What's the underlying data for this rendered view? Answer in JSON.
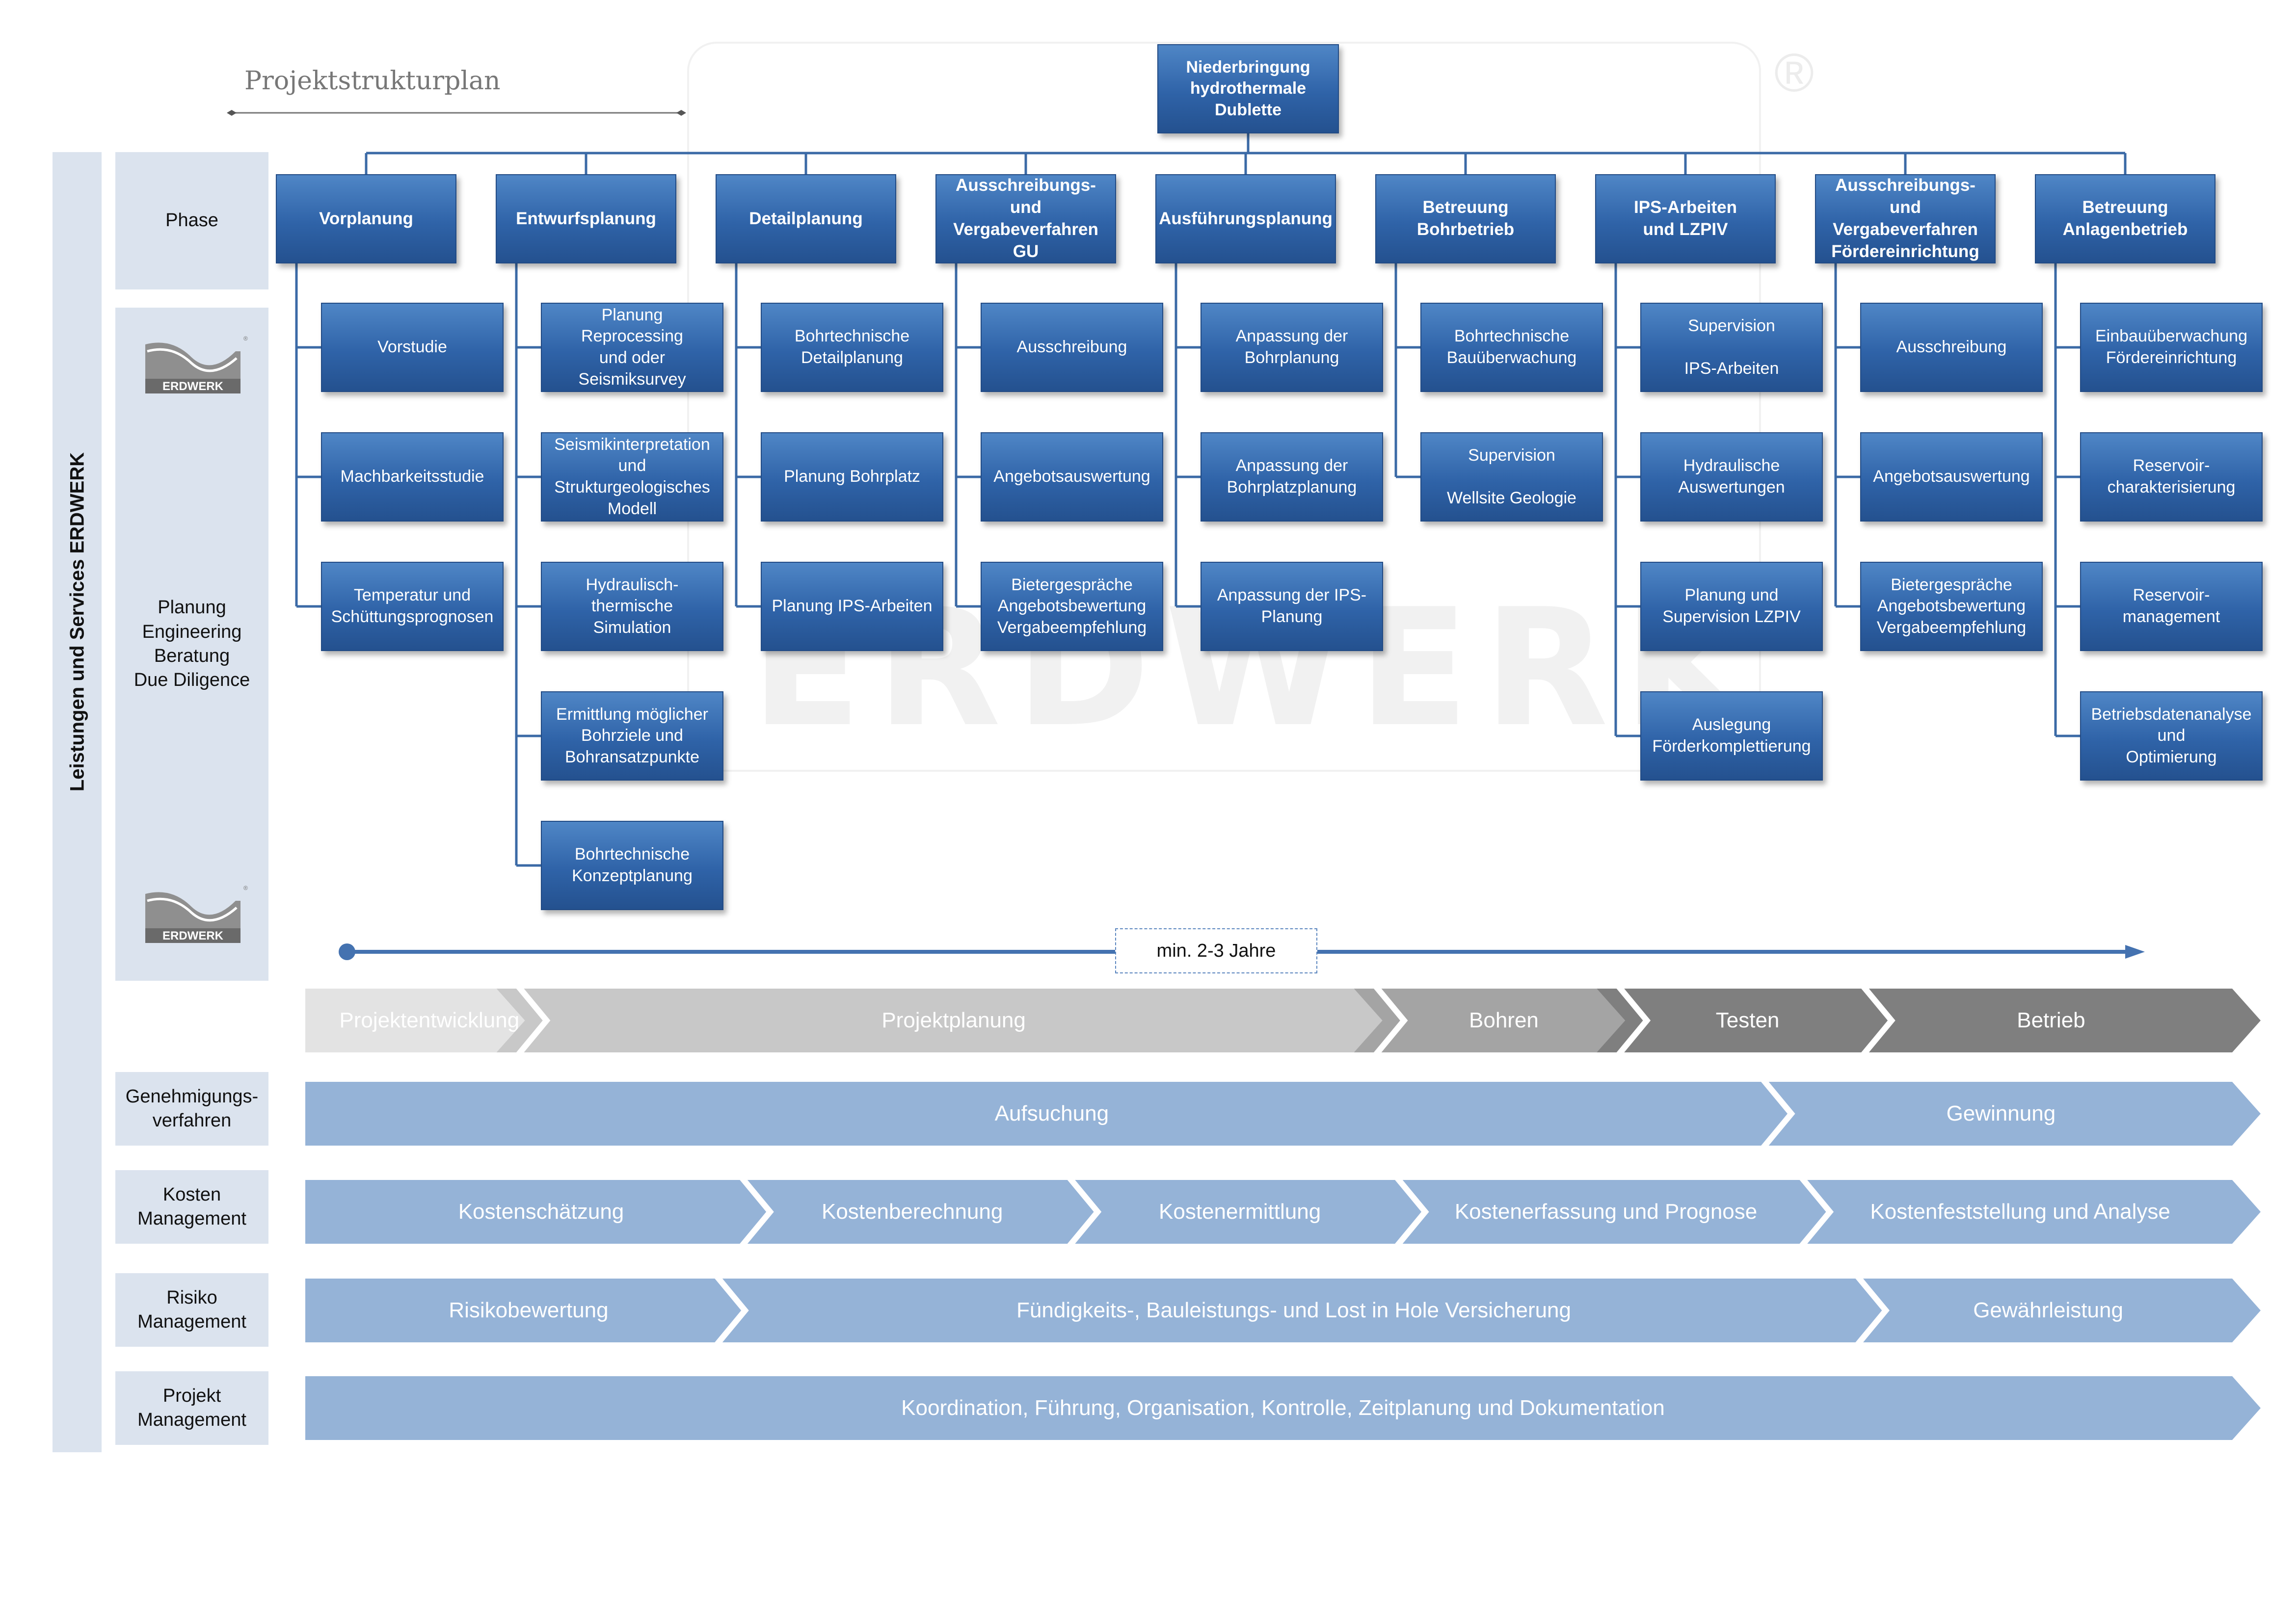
{
  "title": "Projektstrukturplan",
  "watermark": {
    "text": "ERDWERK",
    "mark": "®"
  },
  "root": "Niederbringung\nhydrothermale\nDublette",
  "side_label": "Leistungen  und  Services  ERDWERK",
  "row_labels": {
    "phase": "Phase",
    "services": "Planung\nEngineering\nBeratung\nDue Diligence",
    "genehmigung": "Genehmigungs-\nverfahren",
    "kosten": "Kosten\nManagement",
    "risiko": "Risiko\nManagement",
    "projekt": "Projekt\nManagement"
  },
  "logo_text": "ERDWERK",
  "phases": [
    {
      "label": "Vorplanung",
      "tasks": [
        "Vorstudie",
        "Machbarkeitsstudie",
        "Temperatur und\nSchüttungsprognosen"
      ]
    },
    {
      "label": "Entwurfsplanung",
      "tasks": [
        "Planung\nReprocessing\nund oder\nSeismiksurvey",
        "Seismikinterpretation\nund\nStrukturgeologisches\nModell",
        "Hydraulisch-\nthermische\nSimulation",
        "Ermittlung möglicher\nBohrziele und\nBohransatzpunkte",
        "Bohrtechnische\nKonzeptplanung"
      ]
    },
    {
      "label": "Detailplanung",
      "tasks": [
        "Bohrtechnische\nDetailplanung",
        "Planung Bohrplatz",
        "Planung IPS-Arbeiten"
      ]
    },
    {
      "label": "Ausschreibungs- und\nVergabeverfahren  GU",
      "tasks": [
        "Ausschreibung",
        "Angebotsauswertung",
        "Bietergespräche\nAngebotsbewertung\nVergabeempfehlung"
      ]
    },
    {
      "label": "Ausführungsplanung",
      "tasks": [
        "Anpassung der\nBohrplanung",
        "Anpassung der\nBohrplatzplanung",
        "Anpassung der IPS-\nPlanung"
      ]
    },
    {
      "label": "Betreuung\nBohrbetrieb",
      "tasks": [
        "Bohrtechnische\nBauüberwachung",
        "Supervision\n\nWellsite Geologie"
      ]
    },
    {
      "label": "IPS-Arbeiten\nund LZPIV",
      "tasks": [
        "Supervision\n\nIPS-Arbeiten",
        "Hydraulische\nAuswertungen",
        "Planung und\nSupervision LZPIV",
        "Auslegung\nFörderkomplettierung"
      ]
    },
    {
      "label": "Ausschreibungs- und\nVergabeverfahren\nFördereinrichtung",
      "tasks": [
        "Ausschreibung",
        "Angebotsauswertung",
        "Bietergespräche\nAngebotsbewertung\nVergabeempfehlung"
      ]
    },
    {
      "label": "Betreuung\nAnlagenbetrieb",
      "tasks": [
        "Einbauüberwachung\nFördereinrichtung",
        "Reservoir-\ncharakterisierung",
        "Reservoir-\nmanagement",
        "Betriebsdatenanalyse\nund\nOptimierung"
      ]
    }
  ],
  "timeline_label": "min. 2-3 Jahre",
  "project_phases": [
    {
      "label": "Projektentwicklung",
      "color": "#e3e3e3",
      "text_color": "#ffffff"
    },
    {
      "label": "Projektplanung",
      "color": "#c8c8c8",
      "text_color": "#ffffff"
    },
    {
      "label": "Bohren",
      "color": "#a4a4a4",
      "text_color": "#ffffff"
    },
    {
      "label": "Testen",
      "color": "#7f7f7f",
      "text_color": "#ffffff"
    },
    {
      "label": "Betrieb",
      "color": "#7f7f7f",
      "text_color": "#ffffff"
    }
  ],
  "genehmigung": [
    "Aufsuchung",
    "Gewinnung"
  ],
  "kosten": [
    "Kostenschätzung",
    "Kostenberechnung",
    "Kostenermittlung",
    "Kostenerfassung und Prognose",
    "Kostenfeststellung und Analyse"
  ],
  "risiko": [
    "Risikobewertung",
    "Fündigkeits-, Bauleistungs- und Lost in Hole Versicherung",
    "Gewährleistung"
  ],
  "projekt": [
    "Koordination, Führung, Organisation, Kontrolle, Zeitplanung und Dokumentation"
  ],
  "colors": {
    "box": "#2f63a8",
    "row_bar": "#95b3d7",
    "label_bg": "#dbe3ee",
    "connector": "#3b6aa6"
  }
}
